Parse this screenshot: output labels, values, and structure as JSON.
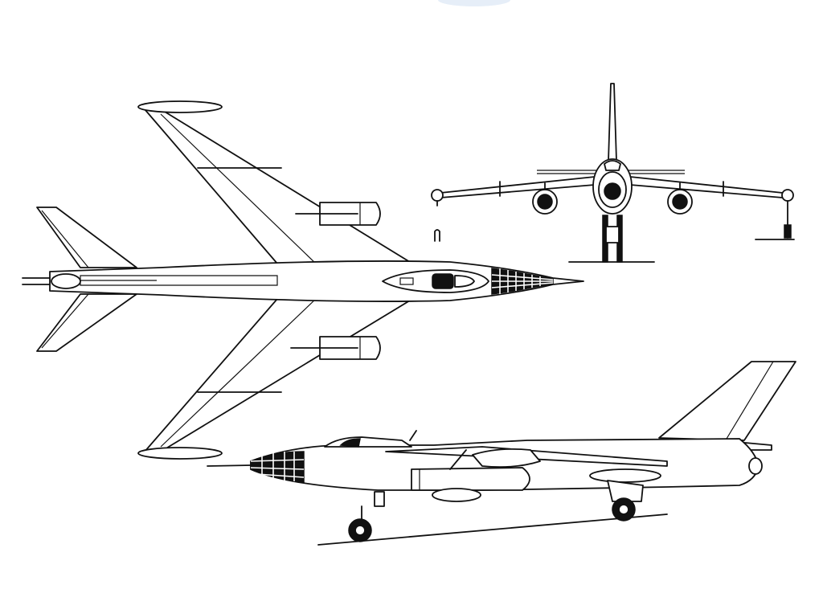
{
  "drawing": {
    "views": [
      {
        "name": "top-view"
      },
      {
        "name": "front-view"
      },
      {
        "name": "side-view"
      }
    ],
    "colors": {
      "line": "#111111",
      "background": "#ffffff",
      "top_edge_tint": "#e6eef8"
    }
  }
}
